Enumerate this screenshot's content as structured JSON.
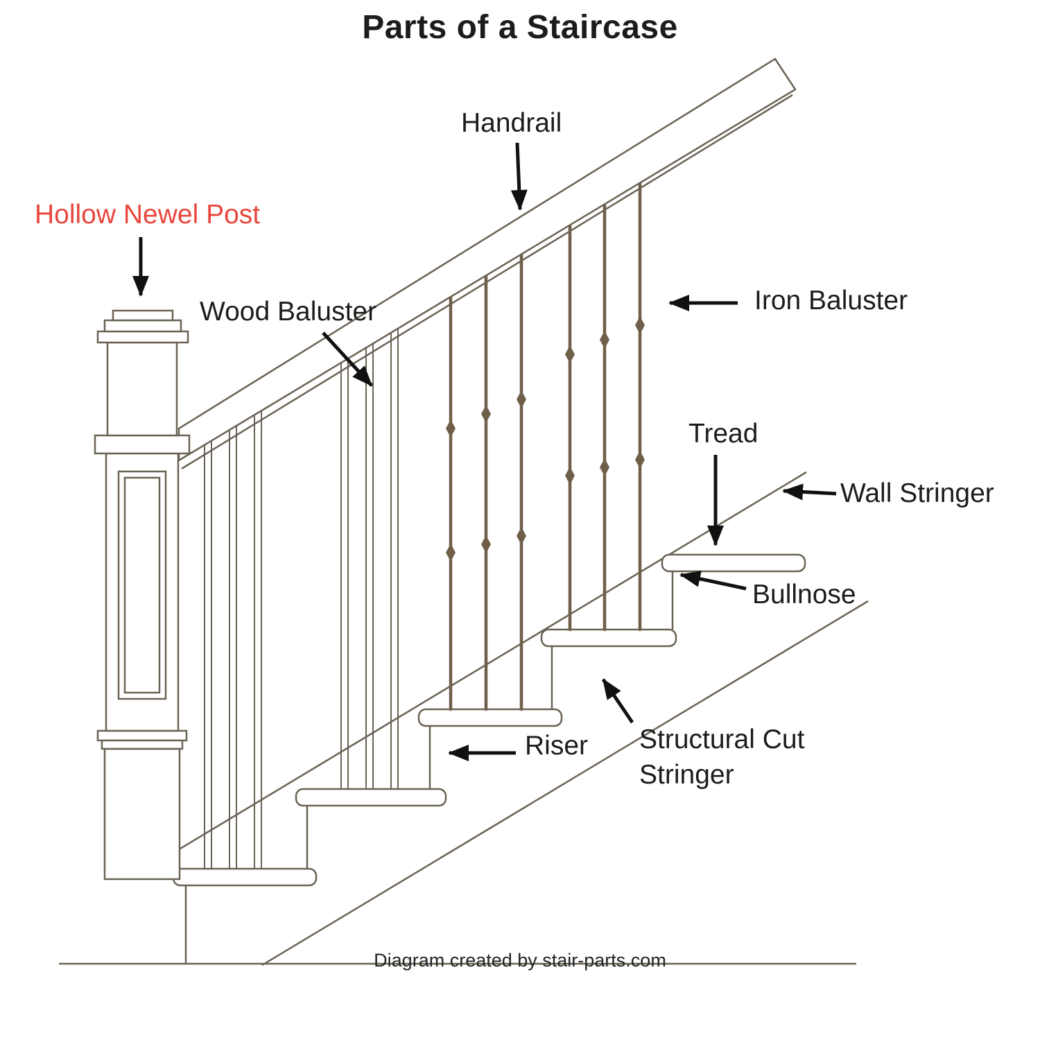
{
  "title": "Parts of a Staircase",
  "footer": "Diagram created by stair-parts.com",
  "labels": {
    "handrail": "Handrail",
    "hollow_newel_post": "Hollow Newel Post",
    "wood_baluster": "Wood Baluster",
    "iron_baluster": "Iron Baluster",
    "tread": "Tread",
    "wall_stringer": "Wall Stringer",
    "bullnose": "Bullnose",
    "riser": "Riser",
    "structural_cut_stringer": "Structural Cut Stringer"
  },
  "colors": {
    "line": "#6a6254",
    "iron": "#6f5f49",
    "text": "#1c1c1c",
    "highlight": "#e8463c",
    "background": "#ffffff"
  }
}
